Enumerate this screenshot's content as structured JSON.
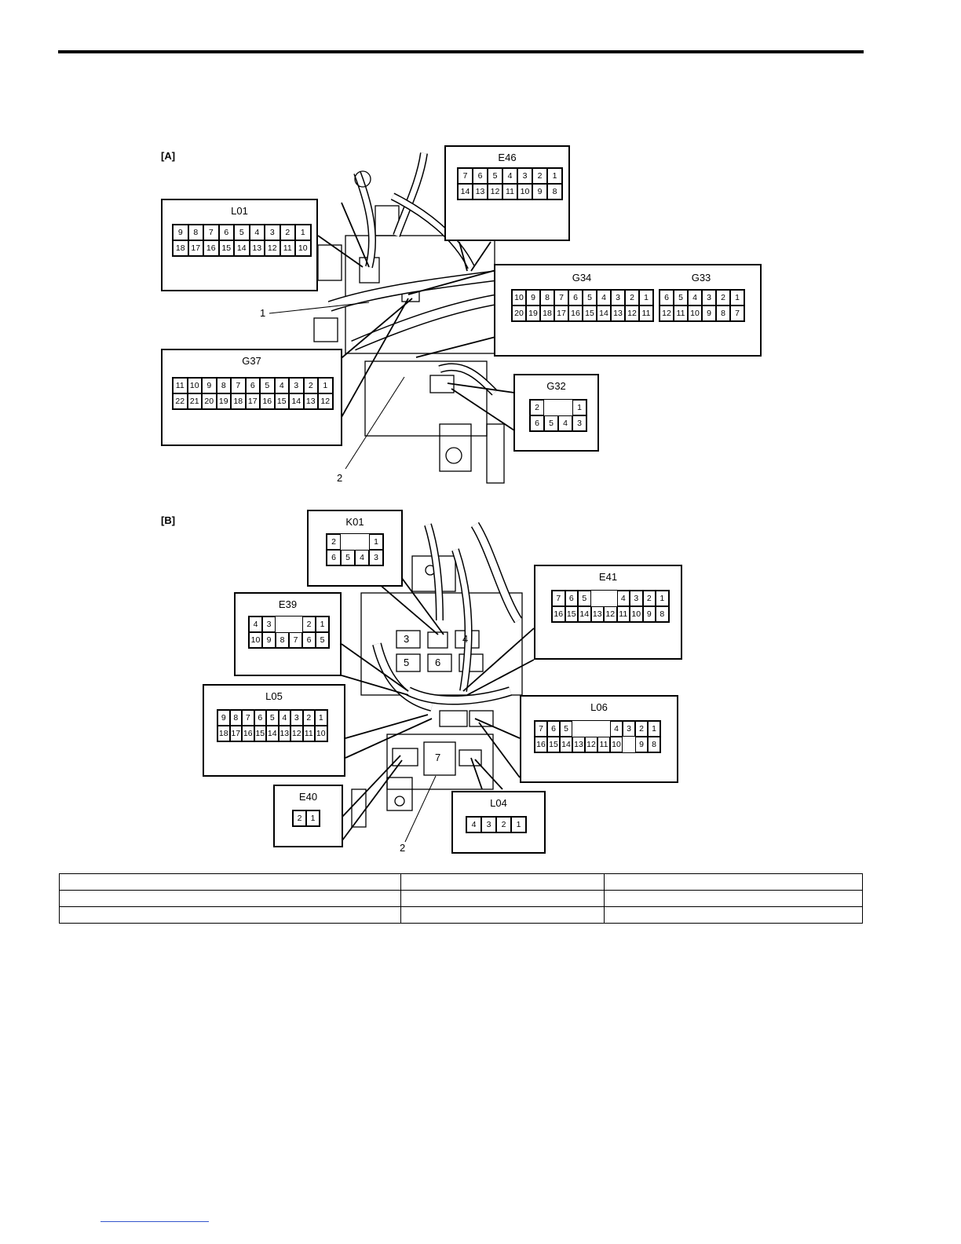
{
  "sections": {
    "a": "[A]",
    "b": "[B]"
  },
  "callouts": {
    "a_1": "1",
    "a_2": "2",
    "b_2": "2"
  },
  "fuse_slots": [
    "3",
    "4",
    "5",
    "6",
    "7"
  ],
  "connectors": {
    "E46": {
      "name": "E46",
      "row1": [
        "7",
        "6",
        "5",
        "4",
        "3",
        "2",
        "1"
      ],
      "row2": [
        "14",
        "13",
        "12",
        "11",
        "10",
        "9",
        "8"
      ]
    },
    "L01": {
      "name": "L01",
      "row1": [
        "9",
        "8",
        "7",
        "6",
        "5",
        "4",
        "3",
        "2",
        "1"
      ],
      "row2": [
        "18",
        "17",
        "16",
        "15",
        "14",
        "13",
        "12",
        "11",
        "10"
      ]
    },
    "G34": {
      "name": "G34",
      "row1": [
        "10",
        "9",
        "8",
        "7",
        "6",
        "5",
        "4",
        "3",
        "2",
        "1"
      ],
      "row2": [
        "20",
        "19",
        "18",
        "17",
        "16",
        "15",
        "14",
        "13",
        "12",
        "11"
      ]
    },
    "G33": {
      "name": "G33",
      "row1": [
        "6",
        "5",
        "4",
        "3",
        "2",
        "1"
      ],
      "row2": [
        "12",
        "11",
        "10",
        "9",
        "8",
        "7"
      ]
    },
    "G37": {
      "name": "G37",
      "row1": [
        "11",
        "10",
        "9",
        "8",
        "7",
        "6",
        "5",
        "4",
        "3",
        "2",
        "1"
      ],
      "row2": [
        "22",
        "21",
        "20",
        "19",
        "18",
        "17",
        "16",
        "15",
        "14",
        "13",
        "12"
      ]
    },
    "G32": {
      "name": "G32",
      "row1": [
        "2",
        "",
        "",
        "1"
      ],
      "row2": [
        "6",
        "5",
        "4",
        "3"
      ]
    },
    "K01": {
      "name": "K01",
      "row1": [
        "2",
        "",
        "",
        "1"
      ],
      "row2": [
        "6",
        "5",
        "4",
        "3"
      ]
    },
    "E41": {
      "name": "E41",
      "row1": [
        "7",
        "6",
        "5",
        "",
        "",
        "4",
        "3",
        "2",
        "1"
      ],
      "row2": [
        "16",
        "15",
        "14",
        "13",
        "12",
        "11",
        "10",
        "9",
        "8"
      ]
    },
    "E39": {
      "name": "E39",
      "row1": [
        "4",
        "3",
        "",
        "",
        "2",
        "1"
      ],
      "row2": [
        "10",
        "9",
        "8",
        "7",
        "6",
        "5"
      ]
    },
    "L05": {
      "name": "L05",
      "row1": [
        "9",
        "8",
        "7",
        "6",
        "5",
        "4",
        "3",
        "2",
        "1"
      ],
      "row2": [
        "18",
        "17",
        "16",
        "15",
        "14",
        "13",
        "12",
        "11",
        "10"
      ]
    },
    "L06": {
      "name": "L06",
      "row1": [
        "7",
        "6",
        "5",
        "",
        "",
        "",
        "4",
        "3",
        "2",
        "1"
      ],
      "row2": [
        "16",
        "15",
        "14",
        "13",
        "12",
        "11",
        "10",
        "",
        "9",
        "8"
      ]
    },
    "E40": {
      "name": "E40",
      "row1": [
        "2",
        "1"
      ]
    },
    "L04": {
      "name": "L04",
      "row1": [
        "4",
        "3",
        "2",
        "1"
      ]
    }
  },
  "table": {
    "rows": [
      [
        "",
        "",
        ""
      ],
      [
        "",
        "",
        ""
      ],
      [
        "",
        "",
        ""
      ]
    ]
  }
}
